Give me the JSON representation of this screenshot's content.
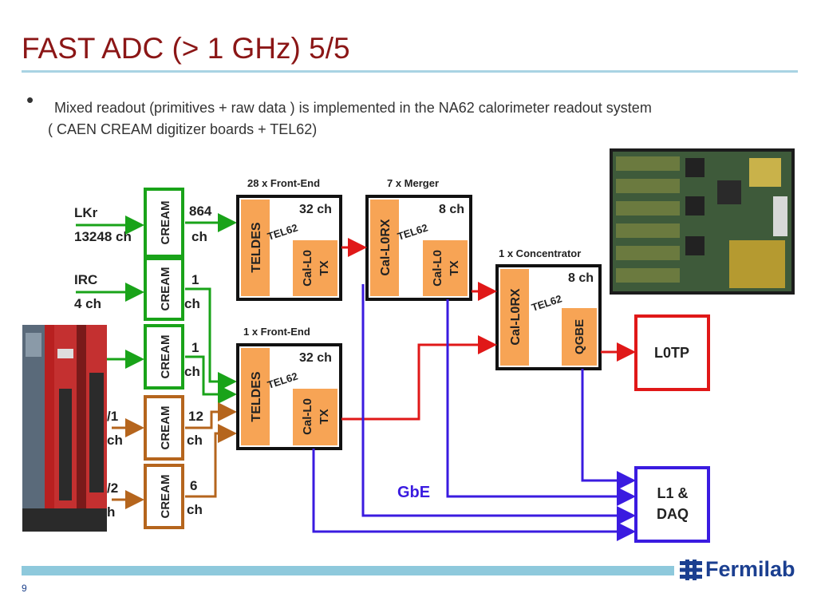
{
  "slide": {
    "title": "FAST ADC (> 1 GHz) 5/5",
    "bullet": {
      "line1": "Mixed readout (primitives + raw data ) is implemented in the NA62 calorimeter readout system",
      "line2": "( CAEN CREAM digitizer boards + TEL62)"
    },
    "page_number": "9",
    "logo_text": "Fermilab",
    "colors": {
      "title": "#8b1616",
      "rule": "#a9d3e3",
      "footer_bar": "#8ec9dc",
      "logo": "#1b3f90"
    }
  },
  "diagram": {
    "inputs": {
      "lkr": {
        "name": "LKr",
        "count": "13248 ch"
      },
      "irc": {
        "name": "IRC",
        "count": "4 ch"
      },
      "v1_tail": "/1",
      "v1_ch": "ch",
      "v2_tail": "/2",
      "v2_ch": "h"
    },
    "cream": {
      "label": "CREAM",
      "out1": [
        "864",
        "ch"
      ],
      "out2": [
        "1",
        "ch"
      ],
      "out3": [
        "1",
        "ch"
      ],
      "out4": [
        "12",
        "ch"
      ],
      "out5": [
        "6",
        "ch"
      ]
    },
    "front_end_top": {
      "heading": "28 x Front-End",
      "channels": "32 ch",
      "left": "TELDES",
      "board": "TEL62",
      "tx": [
        "Cal-L0",
        "TX"
      ]
    },
    "front_end_bottom": {
      "heading": "1  x Front-End",
      "channels": "32 ch",
      "left": "TELDES",
      "board": "TEL62",
      "tx": [
        "Cal-L0",
        "TX"
      ]
    },
    "merger": {
      "heading": "7 x Merger",
      "channels": "8 ch",
      "left": "Cal-L0RX",
      "board": "TEL62",
      "tx": [
        "Cal-L0",
        "TX"
      ]
    },
    "concentrator": {
      "heading": "1 x Concentrator",
      "channels": "8 ch",
      "left": "Cal-L0RX",
      "board": "TEL62",
      "tx": "QGBE"
    },
    "l0tp": "L0TP",
    "l1daq": [
      "L1 &",
      "DAQ"
    ],
    "gbe": "GbE",
    "colors": {
      "green": "#19a319",
      "brown": "#b5651d",
      "red": "#e01818",
      "blue": "#3a1be0",
      "orange": "#f7a455"
    }
  }
}
